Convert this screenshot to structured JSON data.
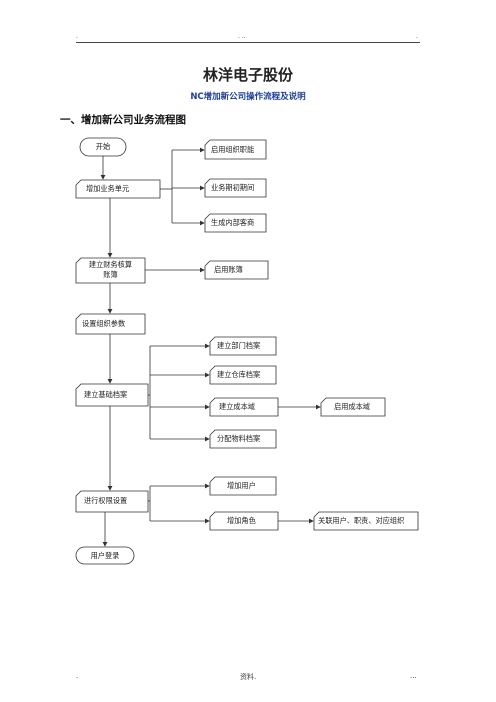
{
  "header": {
    "left_mark": ".",
    "center_mark": ". ..",
    "right_mark": "."
  },
  "doc": {
    "title": "林洋电子股份",
    "subtitle": "NC增加新公司操作流程及说明",
    "section_heading": "一、增加新公司业务流程图"
  },
  "flow": {
    "start": "开始",
    "add_business_unit": "增加业务单元",
    "enable_org_function": "启用组织职能",
    "business_initial_period": "业务期初期间",
    "generate_internal_customer": "生成内部客商",
    "build_accounting_book_line1": "建立财务核算",
    "build_accounting_book_line2": "账簿",
    "enable_account_book": "启用账簿",
    "set_org_params": "设置组织参数",
    "build_basic_archives": "建立基础档案",
    "build_dept_archive": "建立部门档案",
    "build_warehouse_archive": "建立仓库档案",
    "build_cost_domain": "建立成本域",
    "enable_cost_domain": "启用成本域",
    "assign_material_archive": "分配物料档案",
    "permission_settings": "进行权限设置",
    "add_user": "增加用户",
    "add_role": "增加角色",
    "link_user_duty_org": "关联用户、职责、对应组织",
    "user_login": "用户登录"
  },
  "footer": {
    "left": ".",
    "center": "资料.",
    "right": "..."
  }
}
